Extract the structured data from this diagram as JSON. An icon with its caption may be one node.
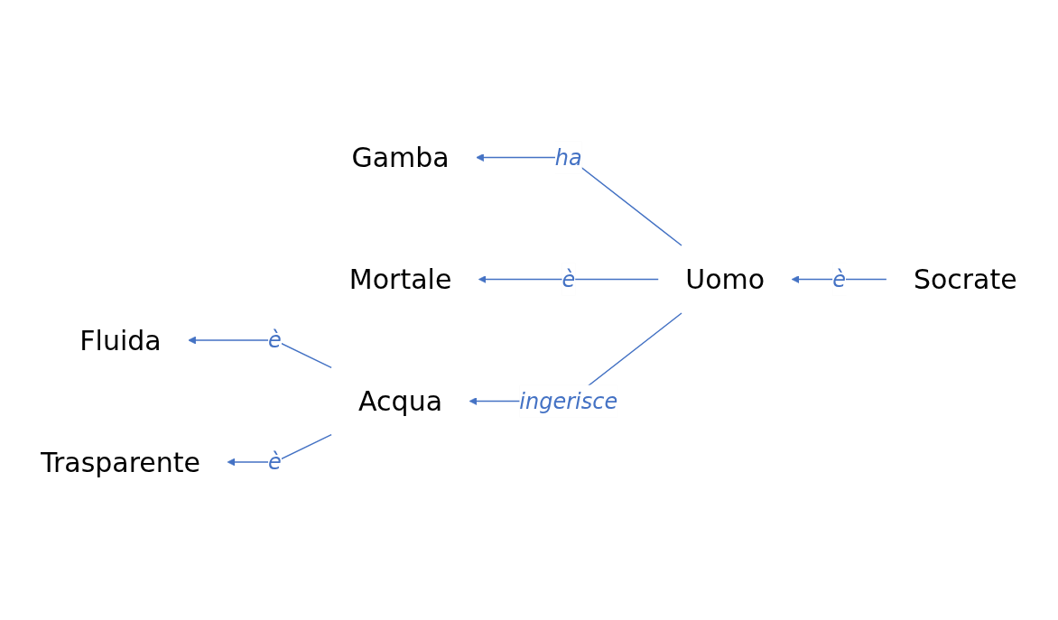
{
  "diagram": {
    "nodes": [
      {
        "text": [
          "Gamba"
        ]
      },
      {
        "text": [
          "Mortale"
        ]
      },
      {
        "text": [
          "Uomo"
        ]
      },
      {
        "text": [
          "Socrate"
        ]
      },
      {
        "text": [
          "Acqua"
        ]
      },
      {
        "text": [
          "Fluida"
        ]
      },
      {
        "text": [
          "Trasparente"
        ]
      }
    ],
    "edges": [
      {
        "from": 2,
        "to": 0,
        "arrow": "to",
        "label": "ha"
      },
      {
        "from": 2,
        "to": 1,
        "arrow": "to",
        "label": "è"
      },
      {
        "from": 3,
        "to": 2,
        "arrow": "to",
        "label": "è"
      },
      {
        "from": 2,
        "to": 4,
        "arrow": "to",
        "label": "ingerisce"
      },
      {
        "from": 4,
        "to": 5,
        "arrow": "to",
        "label": "è"
      },
      {
        "from": 4,
        "to": 6,
        "arrow": "to",
        "label": "è"
      }
    ]
  }
}
